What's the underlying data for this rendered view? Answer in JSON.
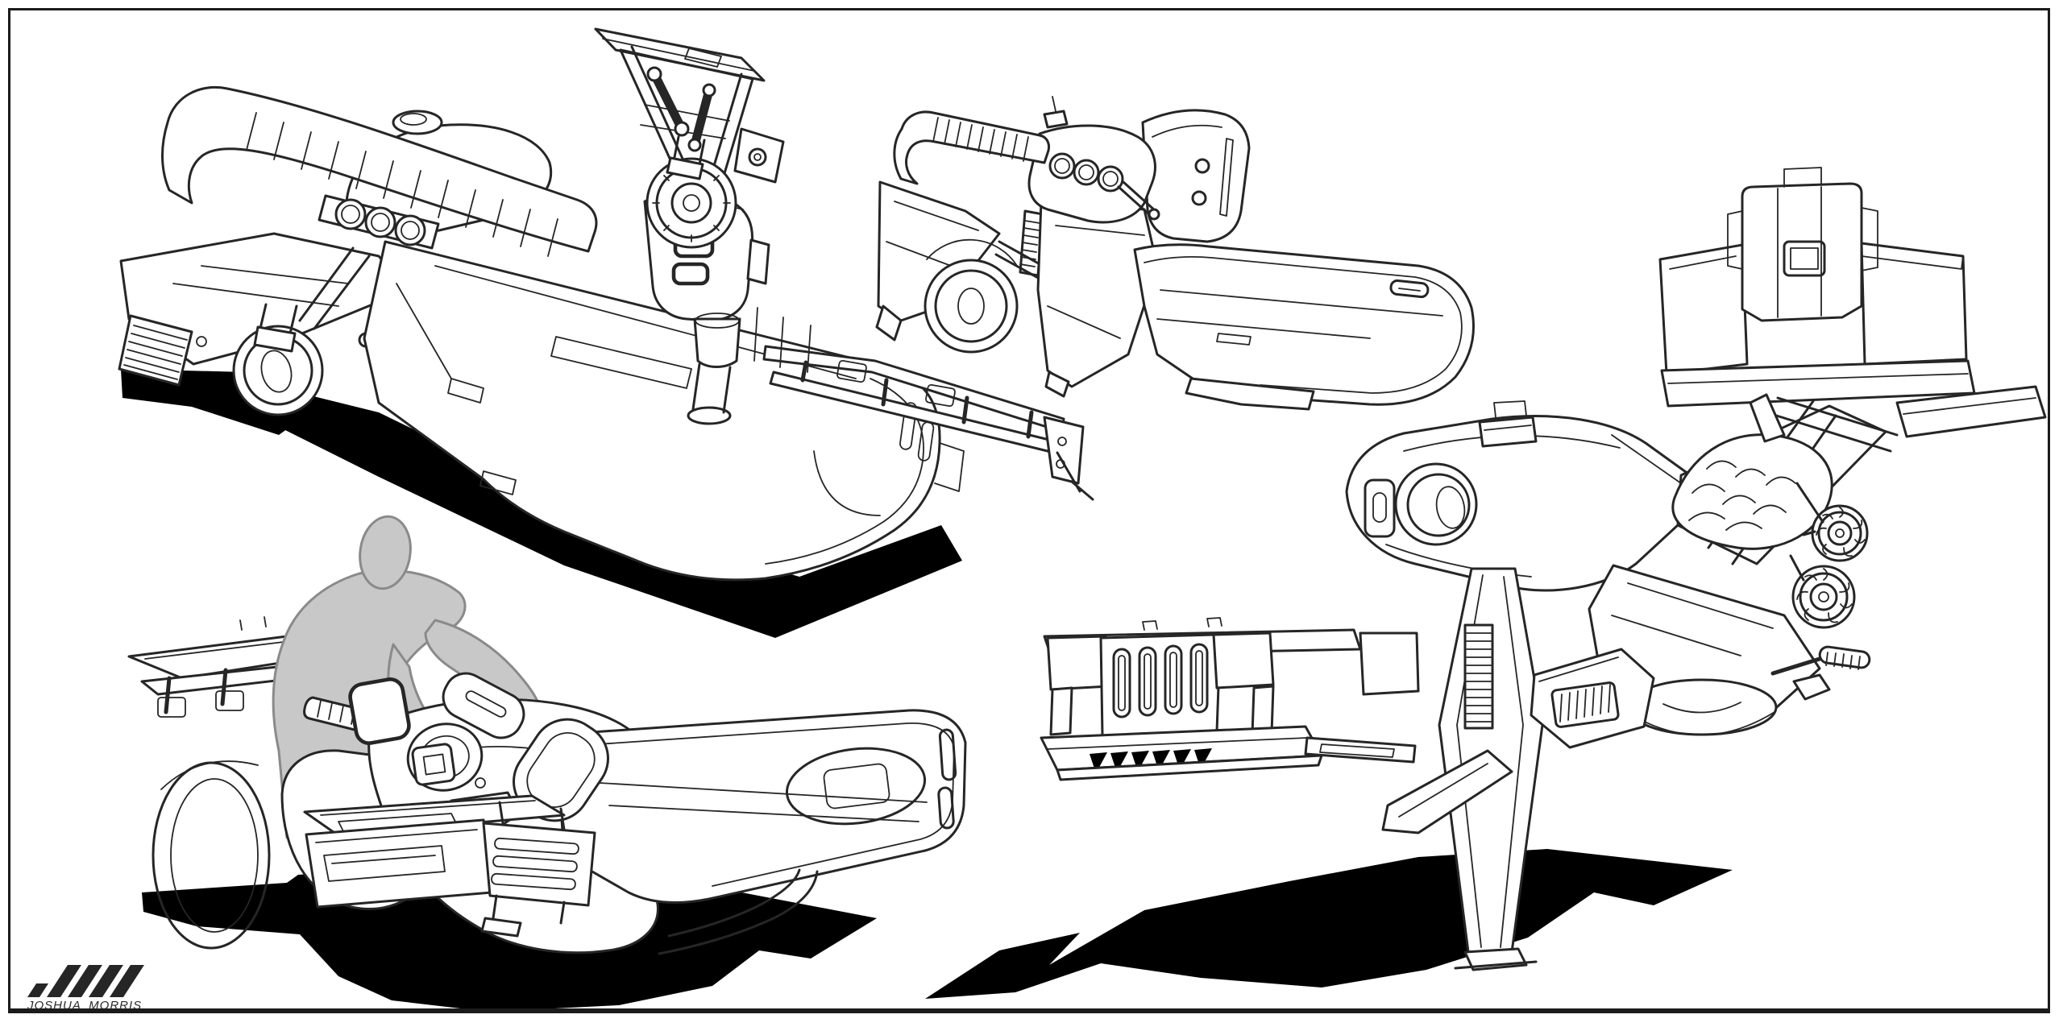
{
  "signature": {
    "artist": "JOSHUA_MORRIS"
  },
  "palette": {
    "paper": "#ffffff",
    "ink": "#262626",
    "border": "#1b1b1b",
    "shadow": "#000000",
    "figure_fill": "#c8c8c8",
    "figure_outline": "#8a8a8a"
  },
  "sketches": [
    {
      "name": "front-three-quarter-view",
      "subject": "hover-motorcycle concept, front three-quarter study"
    },
    {
      "name": "front-wheel-linkage-detail",
      "subject": "front wheel and suspension linkage detail"
    },
    {
      "name": "side-profile-view",
      "subject": "hover-motorcycle concept, left side profile study"
    },
    {
      "name": "rider-mounting-view",
      "subject": "gray figure silhouette mounting the vehicle, front study"
    },
    {
      "name": "rear-three-quarter-view",
      "subject": "parked vehicle with cargo rack, rear three-quarter study"
    }
  ]
}
